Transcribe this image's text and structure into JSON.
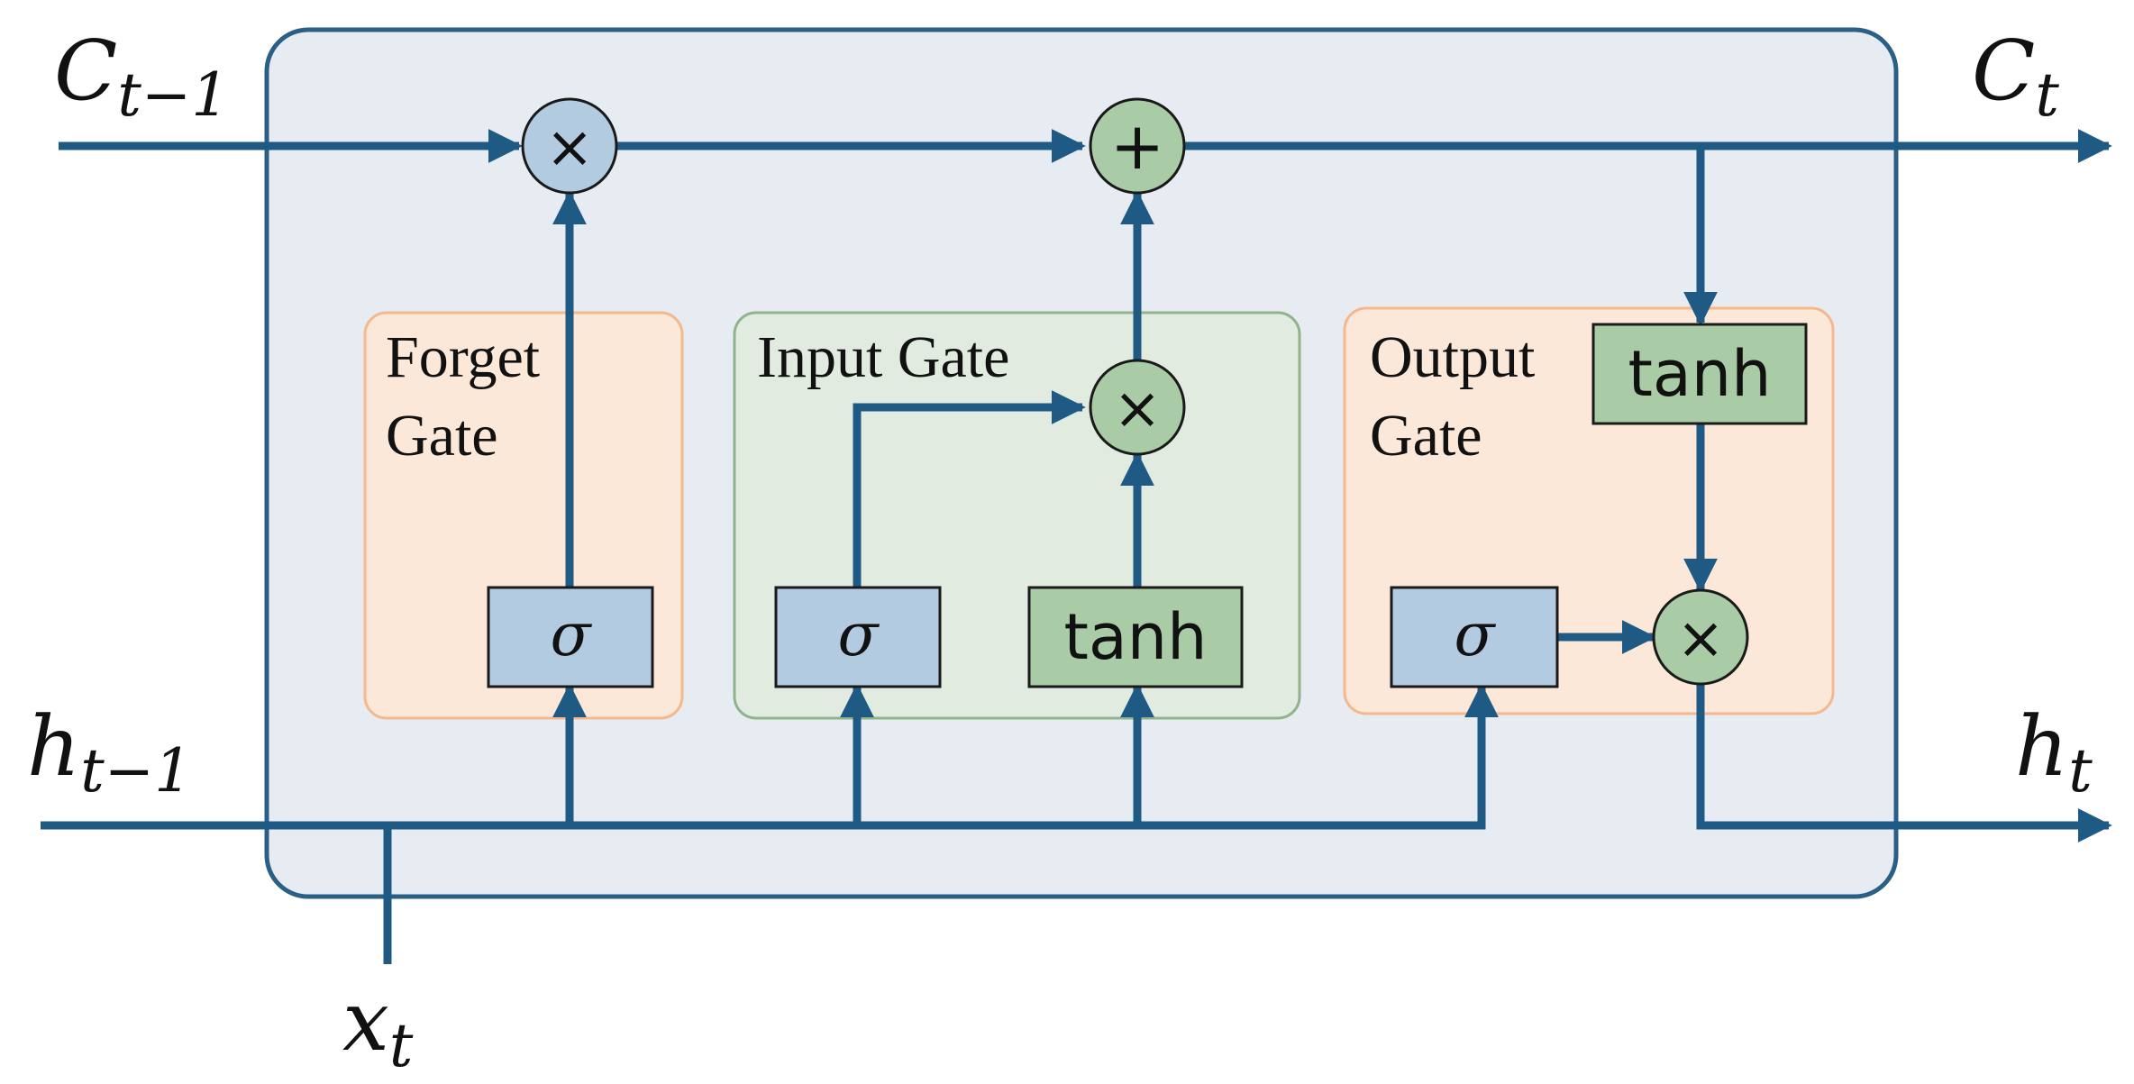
{
  "diagram": {
    "inputs": {
      "c_prev": {
        "base": "C",
        "sub": "t−1"
      },
      "h_prev": {
        "base": "h",
        "sub": "t−1"
      },
      "x_t": {
        "base": "x",
        "sub": "t"
      }
    },
    "outputs": {
      "c_t": {
        "base": "C",
        "sub": "t"
      },
      "h_t": {
        "base": "h",
        "sub": "t"
      }
    },
    "gates": {
      "forget": {
        "line1": "Forget",
        "line2": "Gate"
      },
      "input": {
        "line1": "Input Gate"
      },
      "output": {
        "line1": "Output",
        "line2": "Gate"
      }
    },
    "blocks": {
      "forget_sigma": "σ",
      "input_sigma": "σ",
      "input_tanh": "tanh",
      "output_sigma": "σ",
      "output_tanh": "tanh"
    },
    "operators": {
      "forget_mul": "×",
      "cell_add": "+",
      "input_mul": "×",
      "output_mul": "×"
    },
    "colors": {
      "flow": "#1f5a85",
      "cell_fill": "#e7ecf2",
      "orange_gate_fill": "#fce8d8",
      "green_gate_fill": "#e1ebe0",
      "blue_block": "#b3cbe1",
      "green_block": "#a9cca7"
    }
  }
}
